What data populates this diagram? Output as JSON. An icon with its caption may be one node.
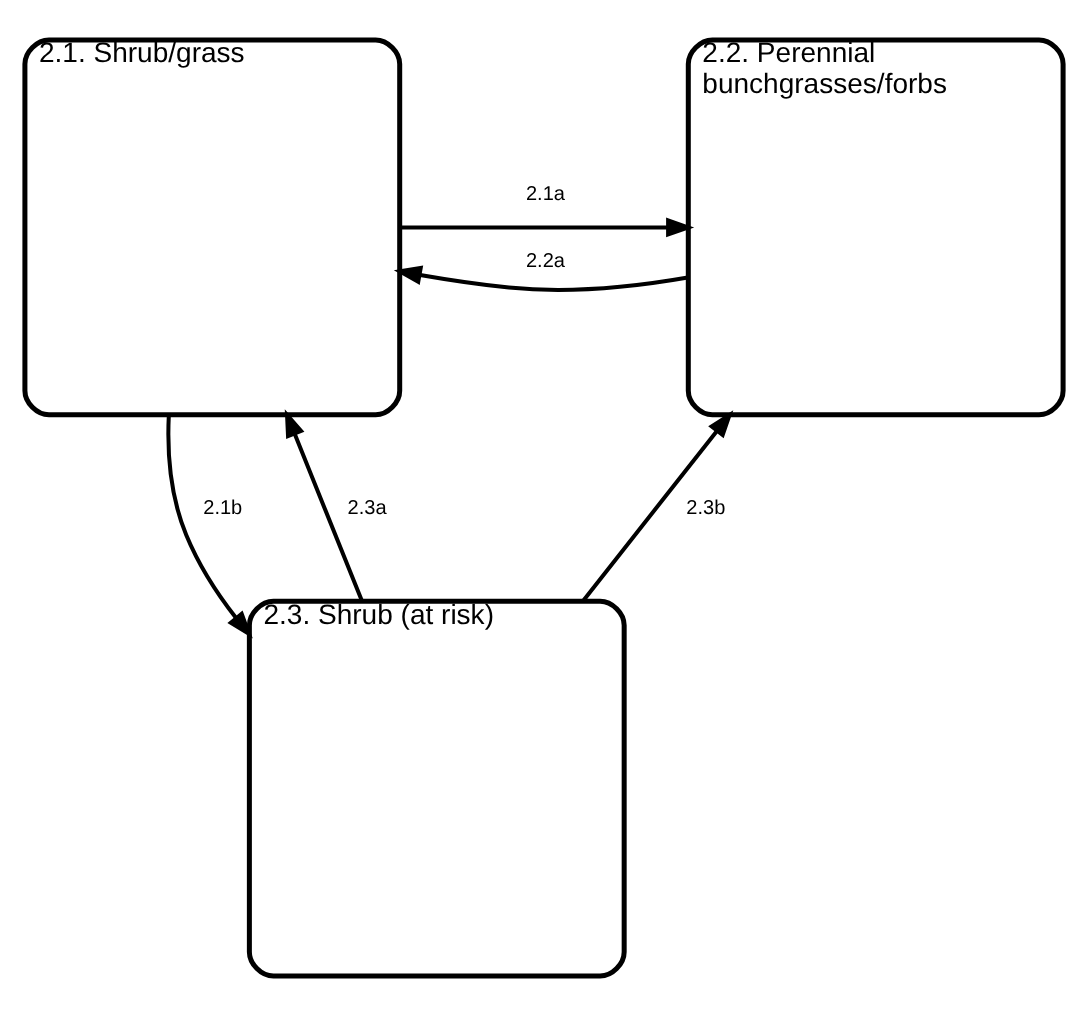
{
  "diagram": {
    "nodes": [
      {
        "text": [
          "2.1. Shrub/grass"
        ]
      },
      {
        "text": [
          "2.2. Perennial bunchgrasses/forbs"
        ]
      },
      {
        "text": [
          "2.3. Shrub (at risk)"
        ]
      }
    ],
    "edges": [
      {
        "from": 0,
        "to": 1,
        "arrow": "to",
        "label": "2.1a"
      },
      {
        "from": 1,
        "to": 0,
        "arrow": "to",
        "label": "2.2a"
      },
      {
        "from": 0,
        "to": 2,
        "arrow": "to",
        "label": "2.1b"
      },
      {
        "from": 2,
        "to": 0,
        "arrow": "to",
        "label": "2.3a"
      },
      {
        "from": 2,
        "to": 1,
        "arrow": "to",
        "label": "2.3b"
      }
    ]
  }
}
